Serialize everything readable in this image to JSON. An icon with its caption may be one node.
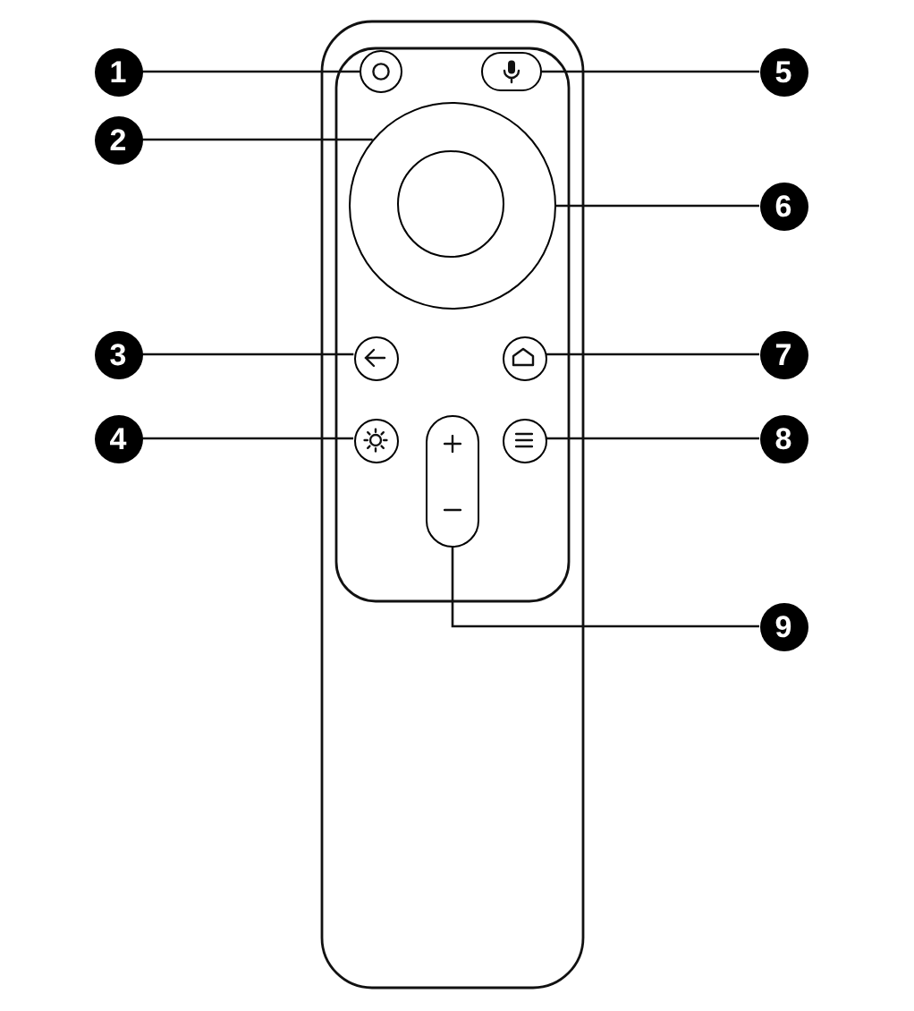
{
  "diagram": {
    "nodes": [
      {
        "text": [
          "1"
        ]
      },
      {
        "text": [
          "2"
        ]
      },
      {
        "text": [
          "3"
        ]
      },
      {
        "text": [
          "4"
        ]
      },
      {
        "text": [
          "5"
        ]
      },
      {
        "text": [
          "6"
        ]
      },
      {
        "text": [
          "7"
        ]
      },
      {
        "text": [
          "8"
        ]
      },
      {
        "text": [
          "9"
        ]
      },
      {
        "text": [],
        "shape": "circle"
      },
      {
        "text": [],
        "shape": "box"
      },
      {
        "text": [],
        "shape": "circle"
      },
      {
        "text": [],
        "shape": "circle",
        "in": 11
      },
      {
        "text": [],
        "shape": "circle"
      },
      {
        "text": [],
        "shape": "circle"
      },
      {
        "text": [],
        "shape": "circle"
      },
      {
        "text": [],
        "shape": "circle"
      },
      {
        "text": [],
        "shape": "box"
      }
    ],
    "edges": [
      {
        "from": 0,
        "to": 9,
        "arrow": "none"
      },
      {
        "from": 1,
        "to": 11,
        "arrow": "none"
      },
      {
        "from": 2,
        "to": 13,
        "arrow": "none"
      },
      {
        "from": 3,
        "to": 15,
        "arrow": "none"
      },
      {
        "from": 4,
        "to": 10,
        "arrow": "none"
      },
      {
        "from": 5,
        "to": 12,
        "arrow": "none"
      },
      {
        "from": 6,
        "to": 14,
        "arrow": "none"
      },
      {
        "from": 7,
        "to": 16,
        "arrow": "none"
      },
      {
        "from": 8,
        "to": 17,
        "arrow": "none"
      }
    ]
  }
}
